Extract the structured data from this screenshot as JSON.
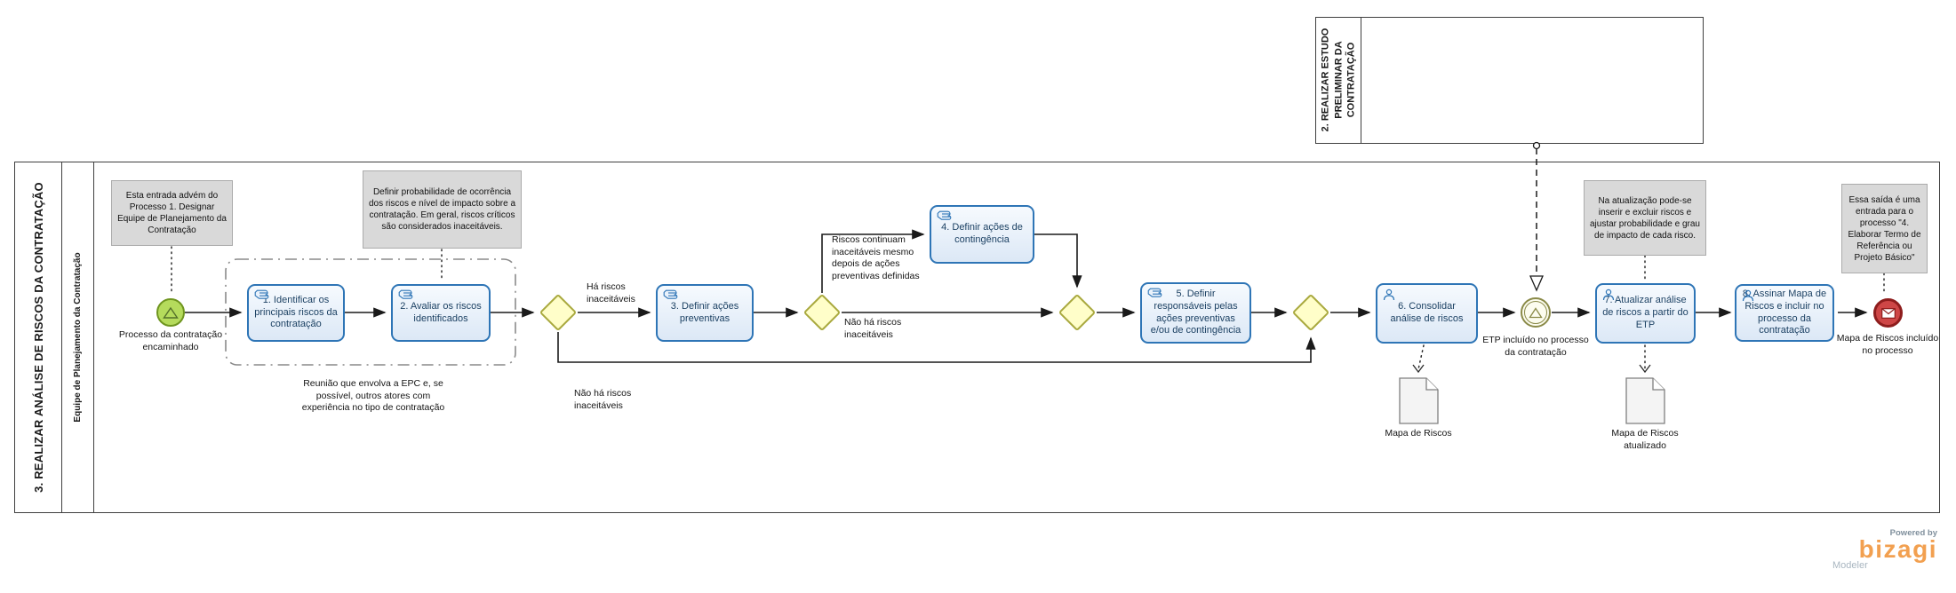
{
  "diagram": {
    "main_pool": {
      "title": "3. REALIZAR ANÁLISE DE RISCOS DA CONTRATAÇÃO",
      "lane": "Equipe de Planejamento da Contratação"
    },
    "external_pool": {
      "title": "2. REALIZAR ESTUDO PRELIMINAR DA CONTRATAÇÃO"
    },
    "events": {
      "start": {
        "label": "Processo da contratação encaminhado",
        "type": "signal-start"
      },
      "intermediate": {
        "label": "ETP incluído no processo da contratação",
        "type": "signal-intermediate-catch"
      },
      "end": {
        "label": "Mapa de Riscos incluído no processo",
        "type": "message-end"
      }
    },
    "tasks": [
      {
        "label": "1. Identificar os principais riscos da contratação",
        "icon": "manual-task-icon"
      },
      {
        "label": "2. Avaliar os riscos identificados",
        "icon": "manual-task-icon"
      },
      {
        "label": "3. Definir ações preventivas",
        "icon": "manual-task-icon"
      },
      {
        "label": "4. Definir ações de contingência",
        "icon": "manual-task-icon"
      },
      {
        "label": "5. Definir responsáveis pelas ações preventivas e/ou de contingência",
        "icon": "manual-task-icon"
      },
      {
        "label": "6. Consolidar análise de riscos",
        "icon": "user-task-icon"
      },
      {
        "label": "7. Atualizar análise de riscos a partir do ETP",
        "icon": "user-task-icon"
      },
      {
        "label": "8. Assinar Mapa de Riscos e incluir no processo da contratação",
        "icon": "user-task-icon"
      }
    ],
    "flow_labels": {
      "yes_risks": "Há riscos inaceitáveis",
      "no_risks_after_eval": "Não há riscos inaceitáveis",
      "no_risks_after_preventive": "Não há riscos inaceitáveis",
      "risks_persist": "Riscos continuam inaceitáveis mesmo depois de ações preventivas definidas"
    },
    "annotations": [
      {
        "text": "Esta entrada advém do Processo 1. Designar Equipe de Planejamento da Contratação"
      },
      {
        "text": "Definir probabilidade de ocorrência dos riscos e nível de impacto sobre a contratação. Em geral, riscos críticos são considerados inaceitáveis."
      },
      {
        "text": "Na atualização pode-se inserir e excluir riscos e ajustar probabilidade e grau de impacto de cada risco."
      },
      {
        "text": "Essa saída é uma entrada para o processo \"4. Elaborar Termo de Referência ou Projeto Básico\""
      }
    ],
    "group_label": "Reunião que envolva a EPC e, se possível,  outros atores com experiência no tipo de contratação",
    "documents": [
      {
        "label": "Mapa de Riscos"
      },
      {
        "label": "Mapa de Riscos atualizado"
      }
    ],
    "colors": {
      "task_fill": "#E7EEF8",
      "task_border": "#2E75B6",
      "gateway_fill": "#FFFEC9",
      "gateway_border": "#A9A93E",
      "start_fill": "#B5DB5C",
      "start_border": "#6F951F",
      "intermediate_border": "#8A8A48",
      "end_fill": "#CE4646",
      "end_border": "#8E1D1D",
      "annotation_fill": "#D9D9D9",
      "brand_orange": "#F2A050"
    }
  },
  "branding": {
    "powered_by": "Powered by",
    "brand": "bizagi",
    "product": "Modeler"
  }
}
